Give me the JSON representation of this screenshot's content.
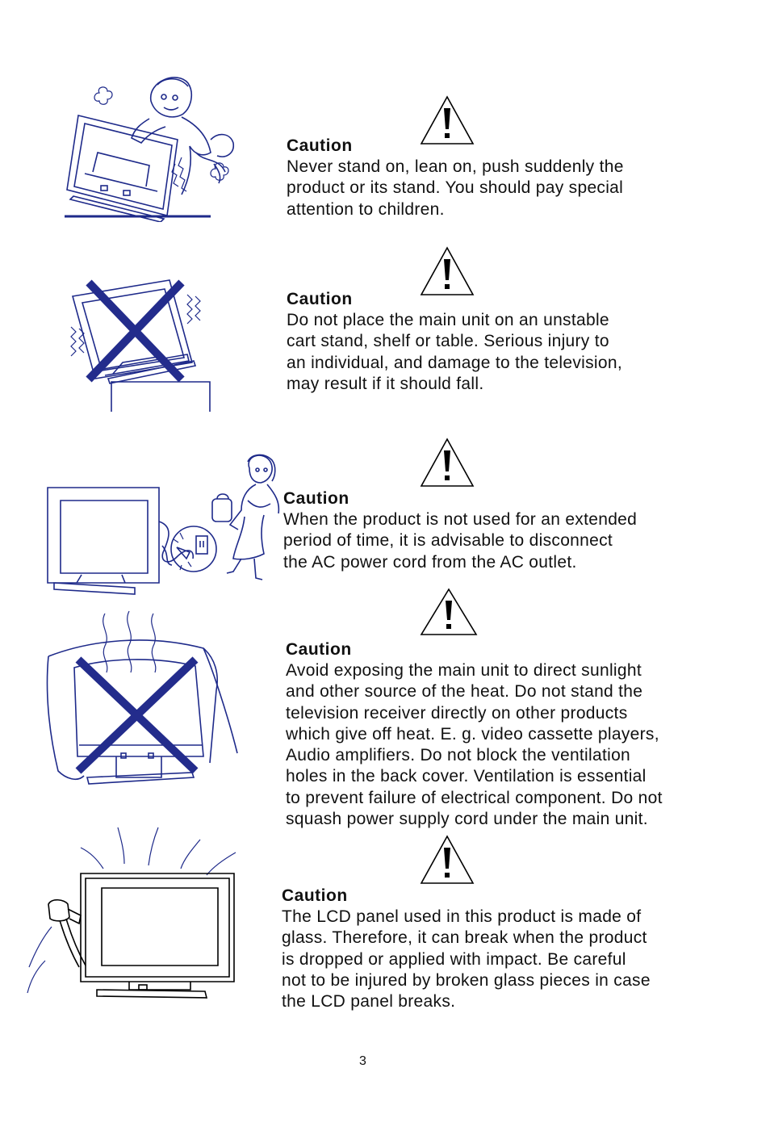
{
  "sections": [
    {
      "title": "Caution",
      "body": "Never stand on, lean on, push suddenly the\nproduct or its stand. You should pay special\nattention to children.",
      "icon": "person-pushing-tv-icon"
    },
    {
      "title": "Caution",
      "body": "Do not place the main unit on an unstable\ncart stand, shelf or table. Serious injury to\n an individual, and damage to the television,\nmay result if it should fall.",
      "icon": "tv-on-unstable-table-icon"
    },
    {
      "title": "Caution",
      "body": "When the product is not used for an extended\nperiod of time, it is advisable to disconnect\nthe AC power cord from the AC outlet.",
      "icon": "unplug-power-cord-icon"
    },
    {
      "title": "Caution",
      "body": "Avoid exposing the main unit to direct sunlight\nand other source of the heat. Do not stand the\ntelevision receiver directly on other products\nwhich give off heat. E. g. video cassette players,\nAudio amplifiers. Do not block the ventilation\nholes in the back cover. Ventilation is essential\nto prevent failure of electrical component. Do not\nsquash power supply cord under the main unit.",
      "icon": "covered-tv-overheating-icon"
    },
    {
      "title": "Caution",
      "body": "The LCD panel used in this product is made of\nglass. Therefore, it can break when the product\n is dropped or applied with impact. Be careful\nnot to be injured by broken glass pieces in case\nthe LCD panel breaks.",
      "icon": "hammer-hitting-screen-icon"
    }
  ],
  "page_number": "3",
  "colors": {
    "illustration": "#1e2a8a",
    "cross": "#232c8c",
    "text": "#111111"
  }
}
